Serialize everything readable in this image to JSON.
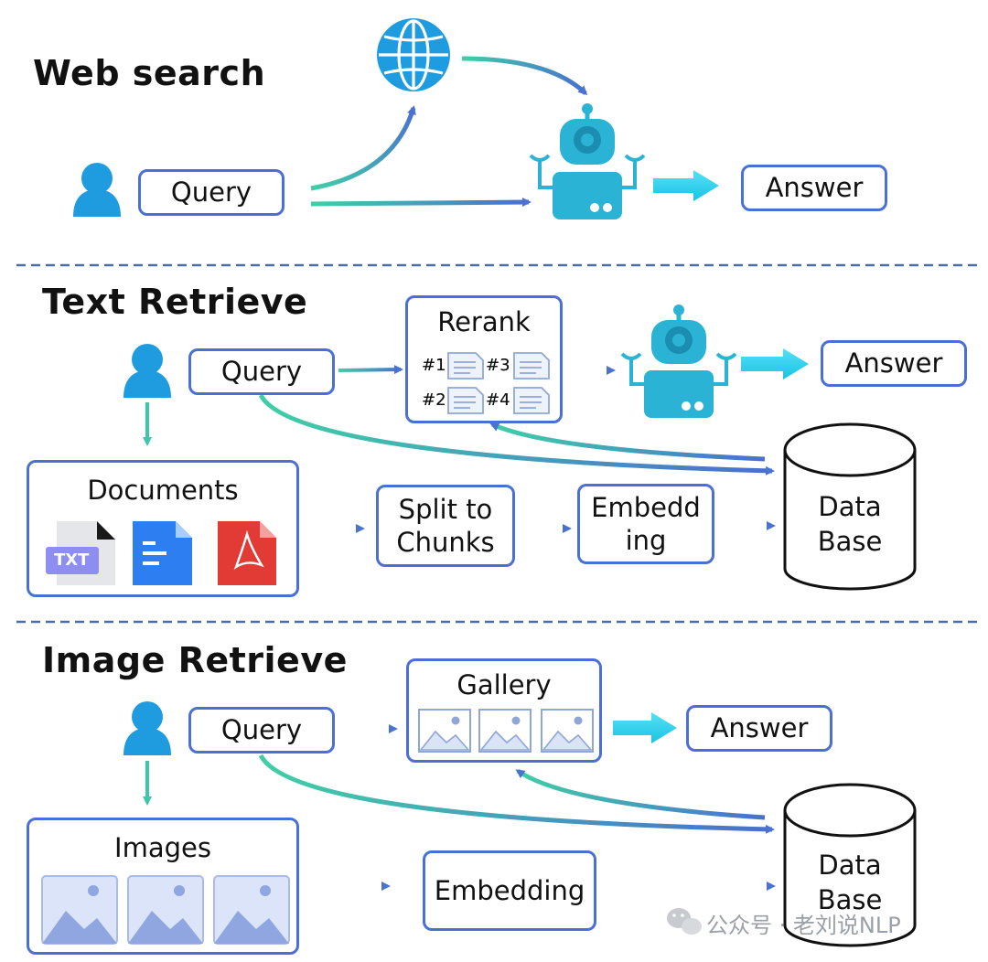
{
  "sections": {
    "web": {
      "title": "Web search",
      "query": "Query",
      "answer": "Answer"
    },
    "text": {
      "title": "Text Retrieve",
      "query": "Query",
      "rerank": {
        "title": "Rerank",
        "ranks": [
          "#1",
          "#3",
          "#2",
          "#4"
        ]
      },
      "answer": "Answer",
      "documents": {
        "title": "Documents",
        "txt_badge": "TXT"
      },
      "split": "Split to\nChunks",
      "embedding": "Embedd\ning",
      "database": "Data\nBase"
    },
    "image": {
      "title": "Image Retrieve",
      "query": "Query",
      "gallery": "Gallery",
      "answer": "Answer",
      "images": "Images",
      "embedding": "Embedding",
      "database": "Data\nBase"
    }
  },
  "watermark": "公众号 · 老刘说NLP",
  "colors": {
    "box_border": "#4a6fd6",
    "arrow_teal": "#3ec6a8",
    "arrow_blue": "#4a72d0",
    "icon_blue": "#1f9be0",
    "robot_teal": "#2bb3d6",
    "divider": "#4a6fa8"
  },
  "icons": [
    "globe-icon",
    "user-icon",
    "robot-icon",
    "document-icon",
    "image-icon",
    "database-icon",
    "big-arrow-icon",
    "txt-file-icon",
    "google-doc-icon",
    "pdf-file-icon",
    "wechat-icon"
  ]
}
